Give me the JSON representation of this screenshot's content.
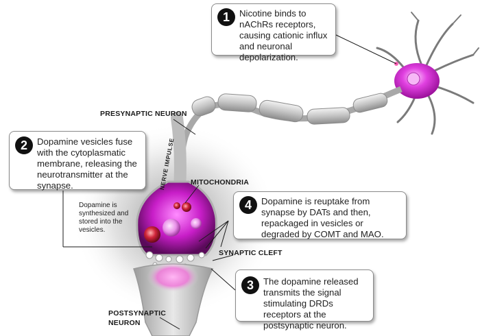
{
  "callouts": [
    {
      "number": "1",
      "text": "Nicotine binds to nAChRs receptors, causing cationic influx and neuronal depolarization."
    },
    {
      "number": "2",
      "text": "Dopamine vesicles fuse with the cytoplasmatic membrane, releasing the neurotransmitter at the synapse."
    },
    {
      "number": "3",
      "text": "The dopamine released transmits the signal stimulating DRDs receptors at the postsynaptic neuron."
    },
    {
      "number": "4",
      "text": "Dopamine is reuptake from synapse by DATs and then, repackaged in vesicles or degraded by COMT and MAO."
    }
  ],
  "labels": {
    "presynaptic": "PRESYNAPTIC NEURON",
    "nerve_impulse": "NERVE IMPULSE",
    "mitochondria": "MITOCHONDRIA",
    "synaptic_cleft": "SYNAPTIC CLEFT",
    "postsynaptic": "POSTSYNAPTIC NEURON",
    "dopamine_note": "Dopamine is synthesized and stored into the vesicles."
  },
  "colors": {
    "soma": "#d21ed2",
    "vesicle_red": "#d0243a",
    "axon_gray": "#b9b9b9",
    "callout_border": "#8a8a8a",
    "number_badge": "#111111"
  }
}
